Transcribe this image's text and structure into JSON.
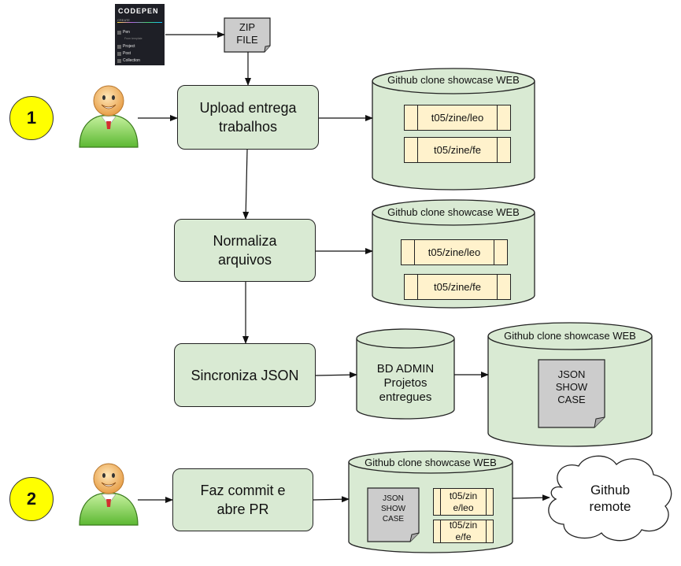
{
  "codepen": {
    "logo": "CODEPEN",
    "create_label": "CREATE",
    "items": [
      "Pen",
      "Project",
      "Post",
      "Collection"
    ],
    "pen_sub": "From template"
  },
  "zip_file": "ZIP\nFILE",
  "badges": [
    "1",
    "2"
  ],
  "process": {
    "upload": "Upload entrega\ntrabalhos",
    "normaliza": "Normaliza\narquivos",
    "sincroniza": "Sincroniza JSON",
    "commit": "Faz commit e\nabre PR"
  },
  "cylinders": {
    "web_label": "Github clone showcase WEB",
    "bd_admin": "BD ADMIN\nProjetos\nentregues"
  },
  "folders": {
    "leo": "t05/zine/leo",
    "fe": "t05/zine/fe",
    "leo_wrapped": "t05/zin\ne/leo",
    "fe_wrapped": "t05/zin\ne/fe"
  },
  "json_doc": "JSON\nSHOW\nCASE",
  "cloud": "Github\nremote",
  "colors": {
    "process_fill": "#d9ead3",
    "folder_fill": "#fff2cc",
    "badge_fill": "#ffff00",
    "doc_fill": "#cccccc"
  }
}
